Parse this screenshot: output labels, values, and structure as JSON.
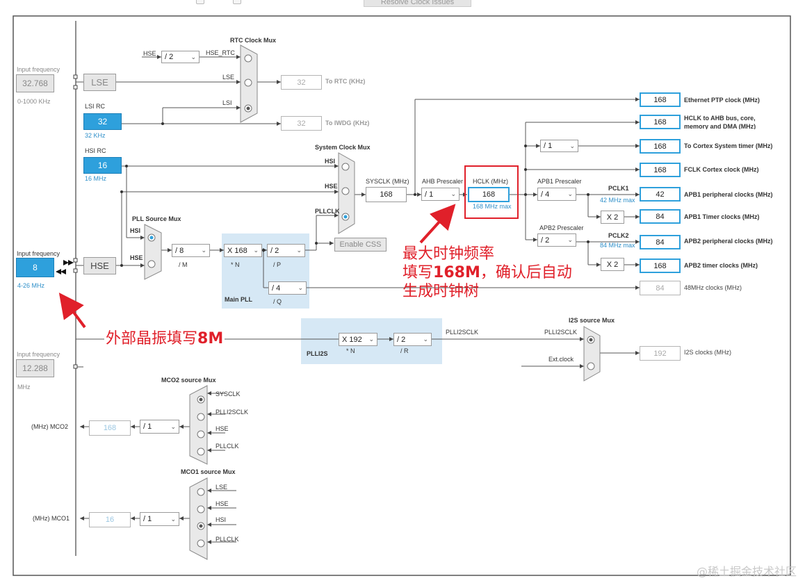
{
  "toolbar": {
    "resolve_button": "Resolve Clock Issues"
  },
  "lse_input": {
    "label": "Input frequency",
    "value": "32.768",
    "range": "0-1000 KHz",
    "block": "LSE"
  },
  "lsi": {
    "label": "LSI RC",
    "value": "32",
    "unit": "32 KHz"
  },
  "hsi": {
    "label": "HSI RC",
    "value": "16",
    "unit": "16 MHz"
  },
  "hse_input": {
    "label": "Input frequency",
    "value": "8",
    "range": "4-26 MHz",
    "block": "HSE"
  },
  "i2s_input": {
    "label": "Input frequency",
    "value": "12.288",
    "unit": "MHz"
  },
  "rtc_mux": {
    "title": "RTC Clock Mux",
    "div": "/ 2",
    "hse_rtc": "HSE_RTC",
    "hse": "HSE",
    "lse": "LSE",
    "lsi": "LSI",
    "out_value": "32",
    "out_label": "To RTC (KHz)"
  },
  "iwdg": {
    "value": "32",
    "label": "To IWDG (KHz)"
  },
  "sys_mux": {
    "title": "System Clock Mux",
    "hsi": "HSI",
    "hse": "HSE",
    "pllclk": "PLLCLK",
    "enable_css": "Enable CSS"
  },
  "sysclk": {
    "label": "SYSCLK (MHz)",
    "value": "168"
  },
  "ahb": {
    "label": "AHB Prescaler",
    "value": "/ 1"
  },
  "hclk": {
    "label": "HCLK (MHz)",
    "value": "168",
    "max": "168 MHz max"
  },
  "apb1": {
    "label": "APB1 Prescaler",
    "value": "/ 4",
    "pclk": "PCLK1",
    "max": "42 MHz max",
    "x2": "X 2"
  },
  "apb2": {
    "label": "APB2 Prescaler",
    "value": "/ 2",
    "pclk": "PCLK2",
    "max": "84 MHz max",
    "x2": "X 2"
  },
  "cortex_div": "/ 1",
  "outputs": [
    {
      "value": "168",
      "label": "Ethernet PTP clock (MHz)"
    },
    {
      "value": "168",
      "label": "HCLK to AHB bus, core,"
    },
    {
      "value": "168",
      "label": "To Cortex System timer (MHz)"
    },
    {
      "value": "168",
      "label": "FCLK Cortex clock (MHz)"
    },
    {
      "value": "42",
      "label": "APB1 peripheral clocks (MHz)"
    },
    {
      "value": "84",
      "label": "APB1 Timer clocks (MHz)"
    },
    {
      "value": "84",
      "label": "APB2 peripheral clocks (MHz)"
    },
    {
      "value": "168",
      "label": "APB2 timer clocks (MHz)"
    },
    {
      "value": "84",
      "label": "48MHz clocks (MHz)"
    }
  ],
  "hclk_label_line2": "memory and DMA (MHz)",
  "pll_mux": {
    "title": "PLL Source Mux",
    "hsi": "HSI",
    "hse": "HSE"
  },
  "main_pll": {
    "title": "Main PLL",
    "m": "/ 8",
    "m_label": "/ M",
    "n": "X 168",
    "n_label": "* N",
    "p": "/ 2",
    "p_label": "/ P",
    "q": "/ 4",
    "q_label": "/ Q"
  },
  "plli2s": {
    "title": "PLLI2S",
    "n": "X 192",
    "n_label": "* N",
    "r": "/ 2",
    "r_label": "/ R",
    "clk": "PLLI2SCLK"
  },
  "i2s_mux": {
    "title": "I2S source Mux",
    "plli2sclk": "PLLI2SCLK",
    "ext": "Ext.clock",
    "out_value": "192",
    "out_label": "I2S clocks (MHz)"
  },
  "mco2": {
    "title": "MCO2 source Mux",
    "inputs": [
      "SYSCLK",
      "PLLI2SCLK",
      "HSE",
      "PLLCLK"
    ],
    "div": "/ 1",
    "value": "168",
    "label": "(MHz) MCO2"
  },
  "mco1": {
    "title": "MCO1 source Mux",
    "inputs": [
      "LSE",
      "HSE",
      "HSI",
      "PLLCLK"
    ],
    "div": "/ 1",
    "value": "16",
    "label": "(MHz) MCO1"
  },
  "annotations": {
    "max_line1": "最大时钟频率",
    "max_line2_pre": "填写",
    "max_line2_bold": "168M",
    "max_line2_post": "，确认后自动",
    "max_line3": "生成时钟树",
    "crystal_pre": "外部晶振填写",
    "crystal_bold": "8M"
  },
  "watermark": "@稀土掘金技术社区",
  "colors": {
    "accent": "#2ea0dc",
    "annotation": "#e0202a",
    "panel": "#d6e8f5"
  }
}
